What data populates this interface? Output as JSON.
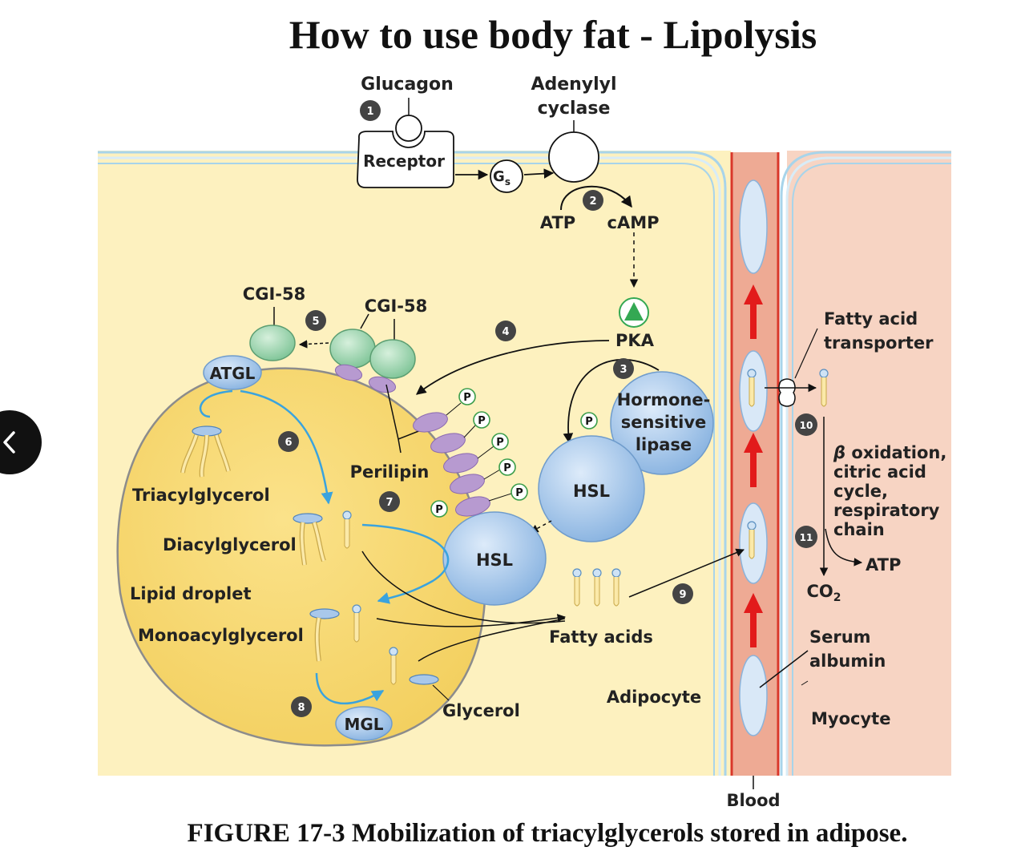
{
  "title": "How to use body fat - Lipolysis",
  "caption": "FIGURE 17-3 Mobilization of triacylglycerols stored in adipose.",
  "labels": {
    "glucagon": "Glucagon",
    "adenylyl": "Adenylyl",
    "cyclase": "cyclase",
    "receptor": "Receptor",
    "gs_main": "G",
    "gs_sub": "s",
    "atp": "ATP",
    "camp": "cAMP",
    "pka": "PKA",
    "cgi58_left": "CGI-58",
    "cgi58_right": "CGI-58",
    "atgl": "ATGL",
    "hsl_line1": "Hormone-",
    "hsl_line2": "sensitive",
    "hsl_line3": "lipase",
    "hsl_free": "HSL",
    "hsl_bound": "HSL",
    "perilipin": "Perilipin",
    "triacylglycerol": "Triacylglycerol",
    "diacylglycerol": "Diacylglycerol",
    "lipid_droplet": "Lipid droplet",
    "monoacylglycerol": "Monoacylglycerol",
    "mgl": "MGL",
    "glycerol": "Glycerol",
    "fatty_acids": "Fatty acids",
    "adipocyte": "Adipocyte",
    "blood": "Blood",
    "fa_transporter_1": "Fatty acid",
    "fa_transporter_2": "transporter",
    "beta_symbol": "β",
    "beta_ox_1": " oxidation,",
    "beta_ox_2": "citric acid",
    "beta_ox_3": "cycle,",
    "beta_ox_4": "respiratory",
    "beta_ox_5": "chain",
    "atp_out": "ATP",
    "co2_main": "CO",
    "co2_sub": "2",
    "serum_1": "Serum",
    "serum_2": "albumin",
    "myocyte": "Myocyte",
    "phospho": "P"
  },
  "steps": [
    "1",
    "2",
    "3",
    "4",
    "5",
    "6",
    "7",
    "8",
    "9",
    "10",
    "11"
  ],
  "colors": {
    "adipocyte_fill": "#fdf1bf",
    "myocyte_fill": "#f7d4c3",
    "vessel_fill": "#eeaa94",
    "vessel_border": "#d9372a",
    "membrane": "#a8d4ea",
    "protein_blue": "#9cc2e6",
    "protein_green": "#91cfa6",
    "perilipin_purple": "#b79ad0",
    "arrow_blue": "#3aa3de",
    "arrow_red": "#e21b1b",
    "pka_green": "#34a853"
  },
  "nav": {
    "back_icon": "chevron-left-icon"
  }
}
